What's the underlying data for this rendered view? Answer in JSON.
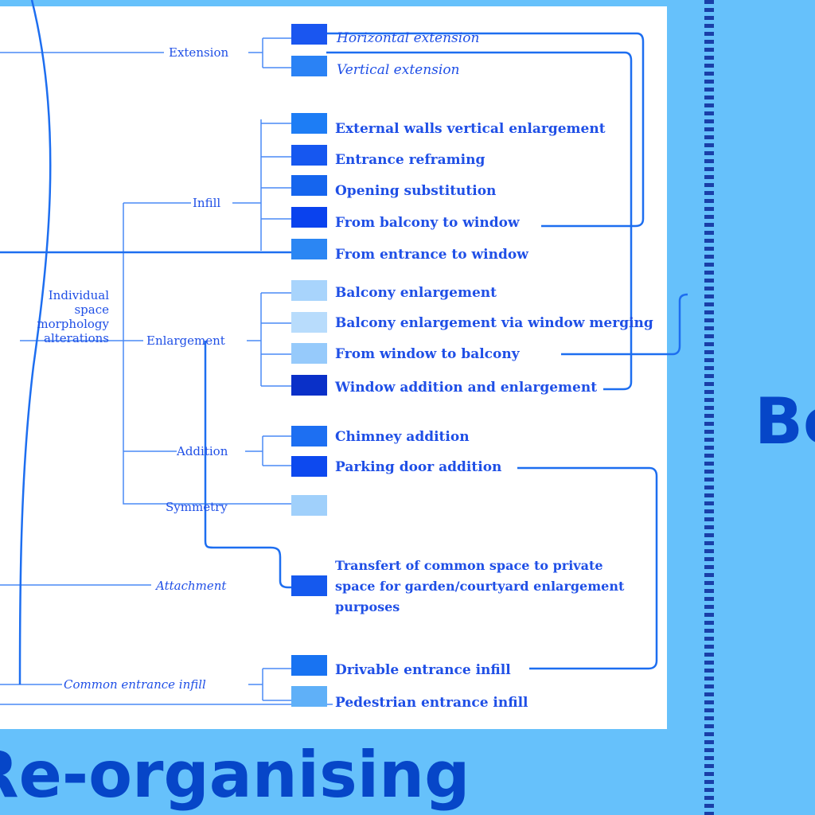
{
  "categories": {
    "individual": "Individual space morphology alterations",
    "extension": "Extension",
    "infill": "Infill",
    "enlargement": "Enlargement",
    "addition": "Addition",
    "symmetry": "Symmetry",
    "attachment": "Attachment",
    "common_entrance": "Common entrance infill"
  },
  "items": [
    {
      "label": "Horizontal extension",
      "color": "#1a56f0"
    },
    {
      "label": "Vertical extension",
      "color": "#2a82f5"
    },
    {
      "label": "External walls vertical enlargement",
      "color": "#1d7df5"
    },
    {
      "label": "Entrance reframing",
      "color": "#1657f0"
    },
    {
      "label": "Opening substitution",
      "color": "#1565ee"
    },
    {
      "label": "From balcony to window",
      "color": "#0a42ee"
    },
    {
      "label": "From entrance to window",
      "color": "#2b86f3"
    },
    {
      "label": "Balcony enlargement",
      "color": "#a8d4fc"
    },
    {
      "label": "Balcony enlargement via window merging",
      "color": "#b8dcfc"
    },
    {
      "label": "From window to balcony",
      "color": "#96cafb"
    },
    {
      "label": "Window addition and enlargement",
      "color": "#0a30c8"
    },
    {
      "label": "Chimney addition",
      "color": "#1d6ff2"
    },
    {
      "label": "Parking door addition",
      "color": "#0d49ef"
    },
    {
      "label": "",
      "color": "#a0d0fb"
    },
    {
      "label": "Transfert of common space to private space for garden/courtyard enlargement purposes",
      "color": "#1559ee"
    },
    {
      "label": "Drivable entrance infill",
      "color": "#1873f2"
    },
    {
      "label": "Pedestrian entrance infill",
      "color": "#5fb0f8"
    }
  ],
  "footer": {
    "left_title": "Re-organising",
    "right_title": "Be"
  },
  "colors": {
    "background": "#66c1fb",
    "line": "#1f63ee",
    "text": "#1f4fe6",
    "title": "#0646c8"
  }
}
